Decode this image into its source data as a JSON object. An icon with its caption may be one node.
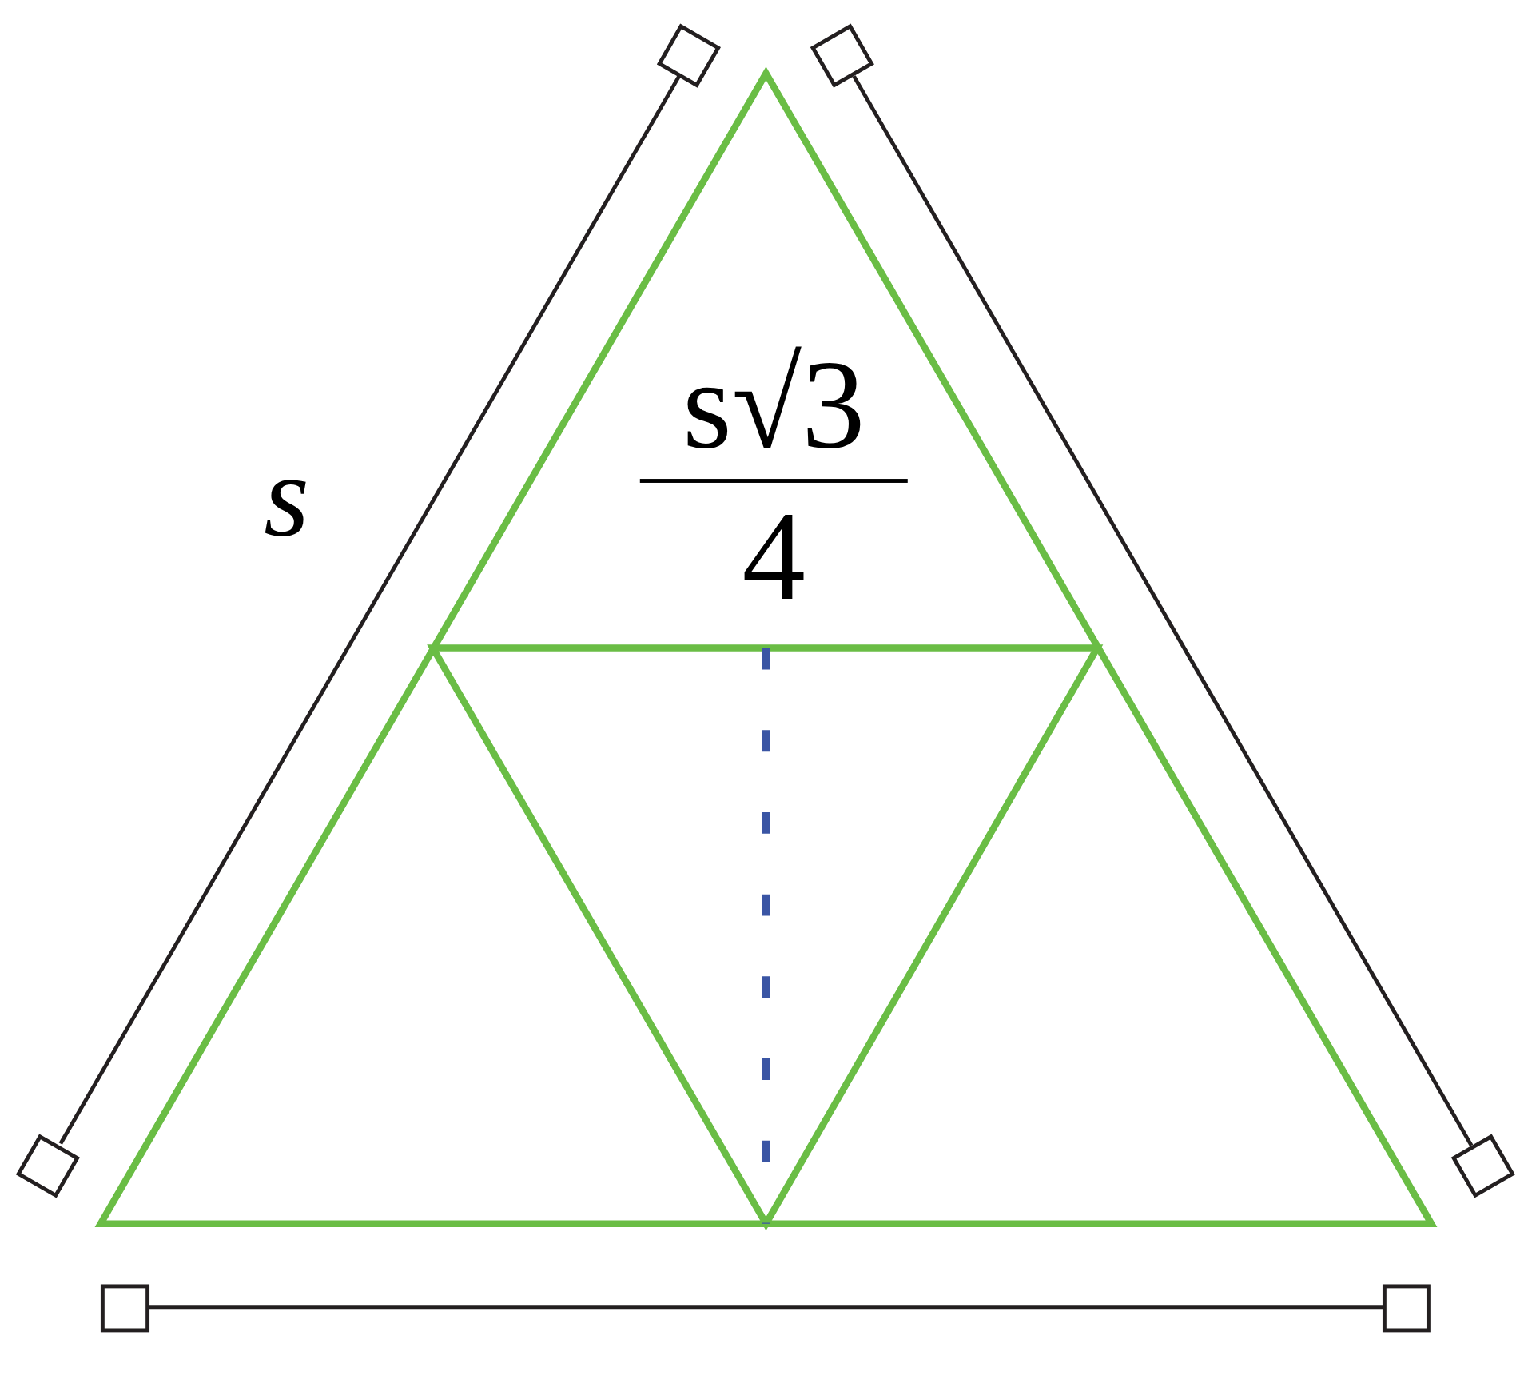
{
  "diagram": {
    "labels": [
      "s",
      "s√3",
      "4"
    ]
  }
}
